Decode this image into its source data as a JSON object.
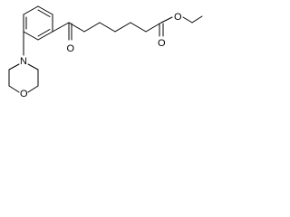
{
  "molecule": {
    "atoms": {
      "ketone_oxygen": "O",
      "ester_carbonyl_oxygen": "O",
      "ester_ether_oxygen": "O",
      "morpholine_nitrogen": "N",
      "morpholine_oxygen": "O"
    },
    "colors": {
      "bond": "#000000",
      "label": "#000000",
      "background": "#ffffff"
    }
  }
}
